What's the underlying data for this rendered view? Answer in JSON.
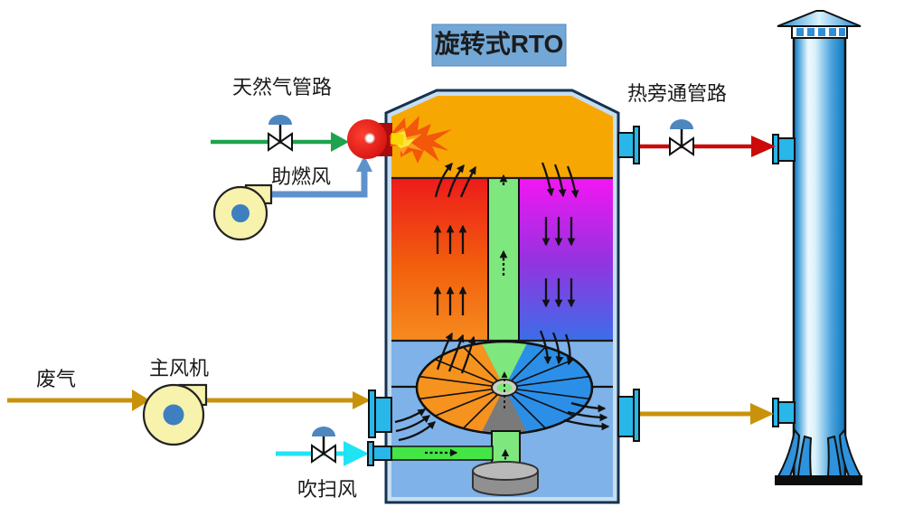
{
  "title": "旋转式RTO",
  "labels": {
    "natural_gas": "天然气管路",
    "combustion_air": "助燃风",
    "hot_bypass": "热旁通管路",
    "waste_gas": "废气",
    "main_fan": "主风机",
    "purge_air": "吹扫风"
  },
  "colors": {
    "title_box": "#72A7D6",
    "natural_gas_line": "#1FA34D",
    "combustion_air_line": "#5E92CC",
    "hot_bypass_line": "#CC0A0A",
    "waste_gas_line": "#C8930B",
    "purge_air_line": "#1FE4F5",
    "vessel_outline": "#16324F",
    "combustion_chamber": "#F7A701",
    "green_column": "#7EE87E",
    "bottom_chamber": "#7FB2E8",
    "wheel_left": "#F6921E",
    "wheel_right": "#2B8FE8",
    "burner": "#E81414",
    "fan_body": "#F7F2AC",
    "fan_hub": "#3E7FC0",
    "nozzle": "#29B6E8"
  }
}
